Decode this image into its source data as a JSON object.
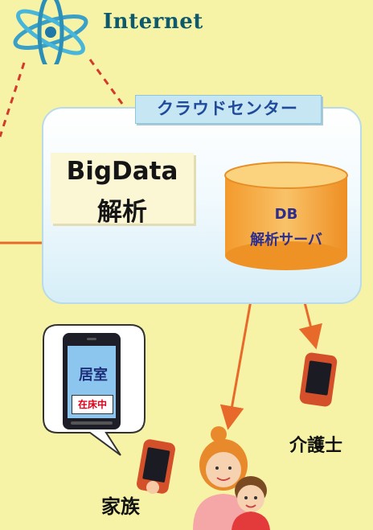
{
  "internet": {
    "label": "Internet",
    "icon": "atom-network-icon"
  },
  "cloud_center": {
    "title": "クラウドセンター"
  },
  "bigdata": {
    "line1": "BigData",
    "line2": "解析"
  },
  "db_server": {
    "line1": "DB",
    "line2": "解析サーバ"
  },
  "caregiver": {
    "label": "介護士"
  },
  "family": {
    "label": "家族"
  },
  "phone_screen": {
    "room_label": "居室",
    "status_badge": "在床中"
  },
  "colors": {
    "background": "#f6f3a6",
    "arrow": "#e86a2a",
    "dashed_link": "#d23a2a",
    "db_orange": "#f5b24a",
    "cloud_blue": "#c7e6f3"
  }
}
